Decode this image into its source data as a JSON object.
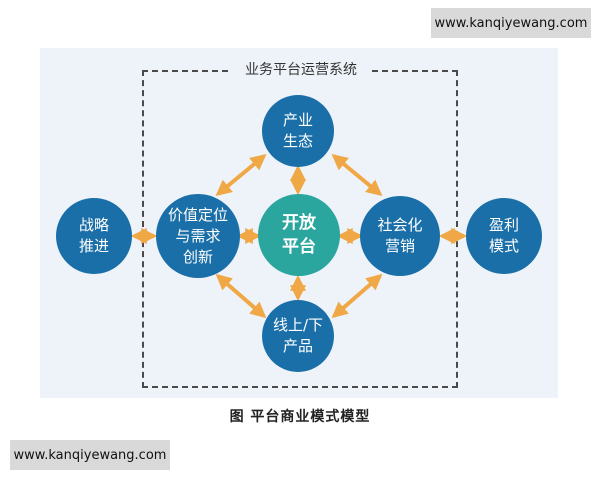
{
  "diagram": {
    "frame_title": "业务平台运营系统",
    "caption": "图 平台商业模式模型",
    "nodes": {
      "center": "开放\n平台",
      "top": "产业\n生态",
      "left": "价值定位\n与需求\n创新",
      "right": "社会化\n营销",
      "bottom": "线上/下\n产品",
      "far_left": "战略\n推进",
      "far_right": "盈利\n模式"
    },
    "colors": {
      "node_blue": "#1a6fa8",
      "node_center": "#2aa69e",
      "arrow": "#f0a846",
      "panel": "#edf3f8"
    }
  },
  "watermarks": {
    "top": "www.kanqiyewang.com",
    "bottom": "www.kanqiyewang.com"
  }
}
